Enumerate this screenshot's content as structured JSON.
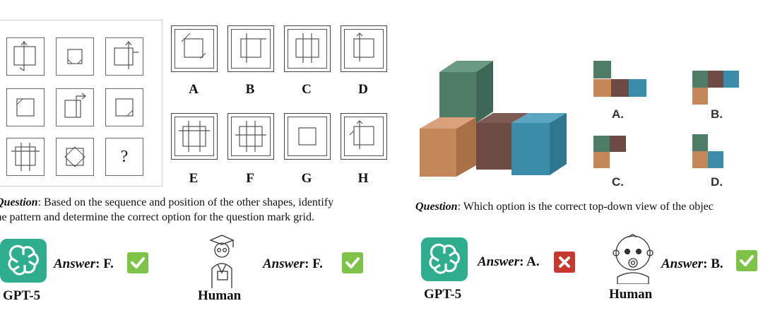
{
  "left_panel": {
    "matrix_question_mark": "?",
    "options": [
      "A",
      "B",
      "C",
      "D",
      "E",
      "F",
      "G",
      "H"
    ],
    "question_word": "Question",
    "question_line1": ": Based on the sequence and position of the other shapes, identify",
    "question_line2": "the pattern and determine the correct option for the question mark grid.",
    "gpt": {
      "answer_word": "Answer",
      "answer_value": ": F.",
      "name": "GPT-5"
    },
    "human": {
      "answer_word": "Answer",
      "answer_value": ": F.",
      "name": "Human"
    }
  },
  "right_panel": {
    "options": [
      "A.",
      "B.",
      "C.",
      "D."
    ],
    "question_word": "Question",
    "question_text": ": Which option is the correct top-down view of the objec",
    "gpt": {
      "answer_word": "Answer",
      "answer_value": ": A.",
      "name": "GPT-5"
    },
    "human": {
      "answer_word": "Answer",
      "answer_value": ": B.",
      "name": "Human"
    }
  },
  "colors": {
    "green_cube": "#4f7c66",
    "brown_cube": "#6e4a44",
    "orange_cube": "#c4875a",
    "blue_cube": "#3a8ca8",
    "check_green": "#7cc348",
    "cross_red": "#c7382f",
    "logo_teal": "#2fae8e"
  }
}
